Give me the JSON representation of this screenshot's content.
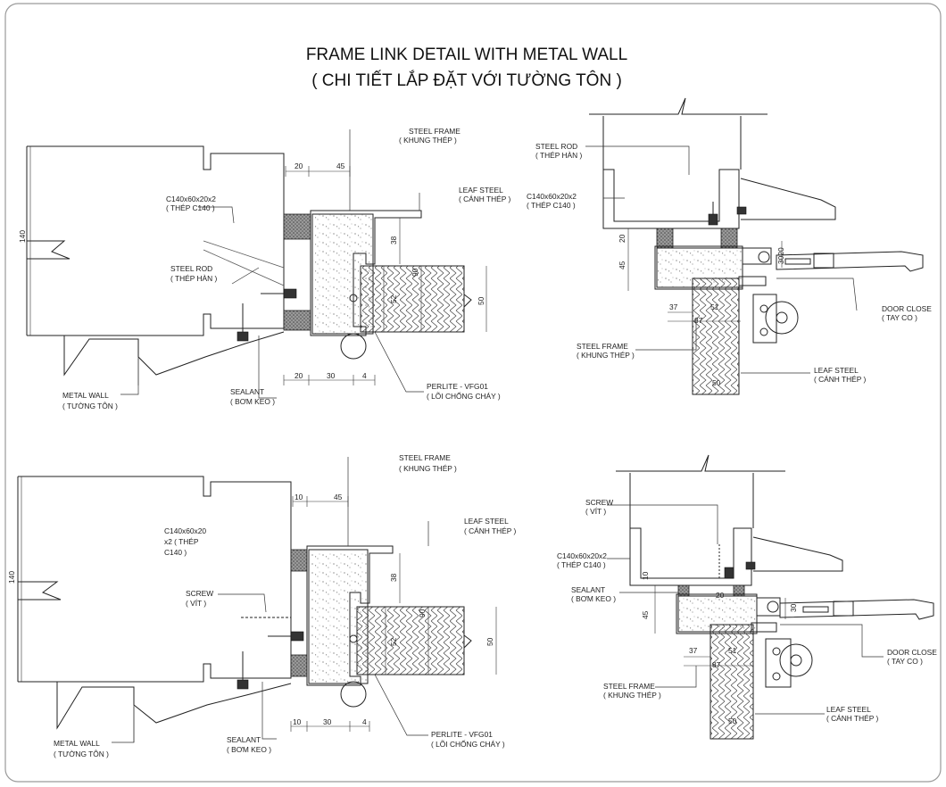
{
  "title": {
    "line1": "FRAME LINK DETAIL WITH METAL WALL",
    "line2": "( CHI TIẾT LẮP ĐẶT VỚI TƯỜNG TÔN )"
  },
  "detail_top_left": {
    "steel_frame": "STEEL FRAME",
    "steel_frame_vn": "( KHUNG THÉP )",
    "leaf_steel": "LEAF STEEL",
    "leaf_steel_vn": "( CÁNH THÉP )",
    "c_section": "C140x60x20x2",
    "c_section_vn": "( THÉP C140 )",
    "steel_rod": "STEEL ROD",
    "steel_rod_vn": "( THÉP HÀN )",
    "metal_wall": "METAL WALL",
    "metal_wall_vn": "( TƯỜNG TÔN )",
    "sealant": "SEALANT",
    "sealant_vn": "( BƠM KEO )",
    "perlite": "PERLITE - VFG01",
    "perlite_vn": "( LÕI CHỐNG CHÁY )",
    "dims": {
      "d20a": "20",
      "d45": "45",
      "d140": "140",
      "d38": "38",
      "d90": "90",
      "d52": "52",
      "d50": "50",
      "d20b": "20",
      "d30": "30",
      "d4": "4"
    }
  },
  "detail_bottom_left": {
    "steel_frame": "STEEL FRAME",
    "steel_frame_vn": "( KHUNG THÉP )",
    "leaf_steel": "LEAF STEEL",
    "leaf_steel_vn": "( CÁNH THÉP )",
    "c_section_1": "C140x60x20",
    "c_section_2": "x2    (    THÉP",
    "c_section_3": "C140 )",
    "screw": "SCREW",
    "screw_vn": "( VÍT )",
    "metal_wall": "METAL WALL",
    "metal_wall_vn": "( TƯỜNG TÔN )",
    "sealant": "SEALANT",
    "sealant_vn": "( BƠM KEO )",
    "perlite": "PERLITE - VFG01",
    "perlite_vn": "( LÕI CHỐNG CHÁY )",
    "dims": {
      "d10a": "10",
      "d45": "45",
      "d140": "140",
      "d38": "38",
      "d90": "90",
      "d52": "52",
      "d50": "50",
      "d10b": "10",
      "d30": "30",
      "d4": "4"
    }
  },
  "detail_top_right": {
    "steel_rod": "STEEL ROD",
    "steel_rod_vn": "( THÉP HÀN )",
    "c_section": "C140x60x20x2",
    "c_section_vn": "( THÉP C140 )",
    "steel_frame": "STEEL FRAME",
    "steel_frame_vn": "( KHUNG THÉP )",
    "door_close": "DOOR CLOSE",
    "door_close_vn": "( TAY CO )",
    "leaf_steel": "LEAF STEEL",
    "leaf_steel_vn": "( CÁNH THÉP )",
    "dims": {
      "d20": "20",
      "d45": "45",
      "d3020": "3020",
      "d37": "37",
      "d51": "51",
      "d87": "87",
      "d50": "50"
    }
  },
  "detail_bottom_right": {
    "screw": "SCREW",
    "screw_vn": "( VÍT )",
    "c_section": "C140x60x20x2",
    "c_section_vn": "( THÉP C140 )",
    "sealant": "SEALANT",
    "sealant_vn": "( BƠM KEO )",
    "steel_frame": "STEEL FRAME",
    "steel_frame_vn": "( KHUNG THÉP )",
    "door_close": "DOOR CLOSE",
    "door_close_vn": "( TAY CO )",
    "leaf_steel": "LEAF STEEL",
    "leaf_steel_vn": "( CÁNH THÉP )",
    "dims": {
      "d10": "10",
      "d45": "45",
      "d30": "30",
      "d20": "20",
      "d37": "37",
      "d51": "51",
      "d87": "87",
      "d50": "50"
    }
  }
}
